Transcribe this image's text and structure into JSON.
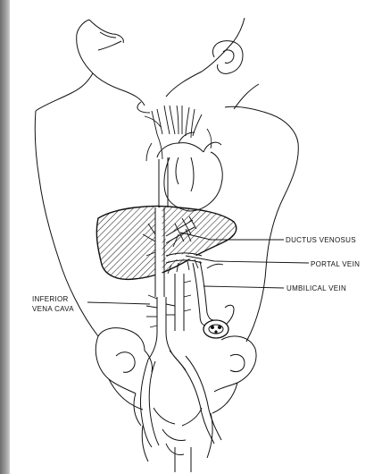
{
  "labels": {
    "ductus_venosus": "DUCTUS VENOSUS",
    "portal_vein": "PORTAL VEIN",
    "umbilical_vein": "UMBILICAL VEIN",
    "inferior_vena_cava_line1": "INFERIOR",
    "inferior_vena_cava_line2": "VENA CAVA"
  },
  "colors": {
    "ink": "#111111",
    "background": "#ffffff",
    "left_strip": "#8a8a8a"
  }
}
